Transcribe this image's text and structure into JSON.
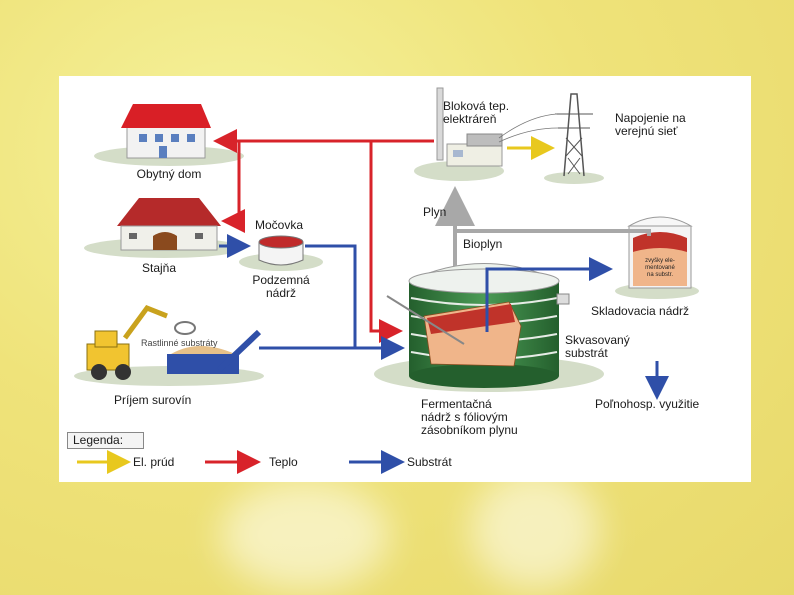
{
  "diagram": {
    "labels": {
      "house": "Obytný dom",
      "stable": "Stajňa",
      "slurry": "Močovka",
      "underground_tank": "Podzemná\nnádrž",
      "chp": "Bloková tep.\nelektráreň",
      "grid": "Napojenie na\nverejnú sieť",
      "gas": "Plyn",
      "biogas": "Bioplyn",
      "raw_intake": "Príjem surovín",
      "plant_substrates": "Rastlinné substráty",
      "fermenter": "Fermentačná\nnádrž s fóliovým\nzásobníkom plynu",
      "digestate": "Skvasovaný\nsubstrát",
      "storage_tank": "Skladovacia nádrž",
      "storage_inner": "zvyšky ele-\nmentované\nna substr.",
      "agri_use": "Poľnohosp. využitie"
    },
    "legend": {
      "title": "Legenda:",
      "electricity": "El. prúd",
      "heat": "Teplo",
      "substrate": "Substrát"
    },
    "colors": {
      "heat": "#d8232a",
      "substrate": "#2f4fa8",
      "electricity": "#e8c81e",
      "gas": "#a8a8a8",
      "tank_green": "#2f7a3a",
      "roof_red": "#d91f26",
      "panel_bg": "#ffffff"
    }
  }
}
